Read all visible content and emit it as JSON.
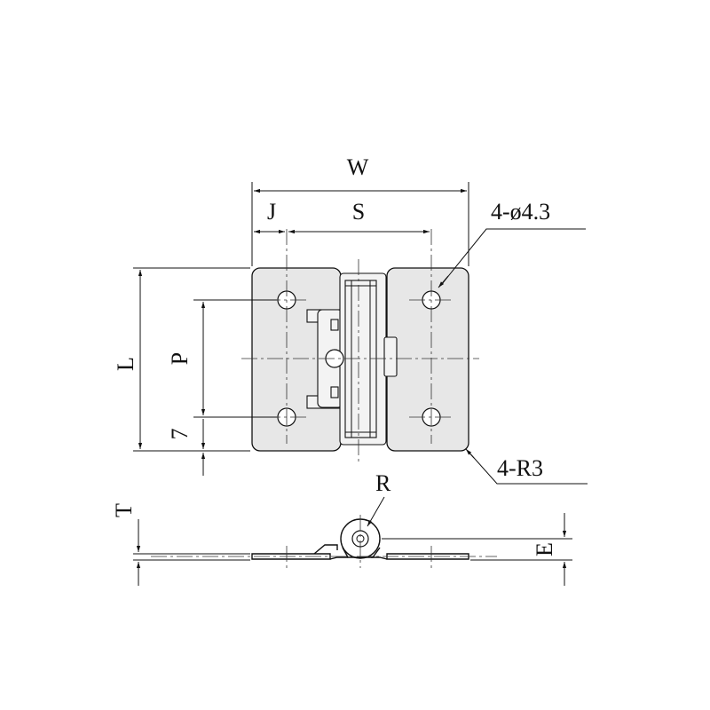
{
  "drawing": {
    "labels": {
      "width": "W",
      "offset": "J",
      "hole_spacing": "S",
      "holes": "4-ø4.3",
      "length": "L",
      "pitch": "P",
      "edge": "7",
      "corner_radius": "4-R3",
      "knuckle_radius": "R",
      "thickness": "T",
      "height": "E"
    }
  }
}
